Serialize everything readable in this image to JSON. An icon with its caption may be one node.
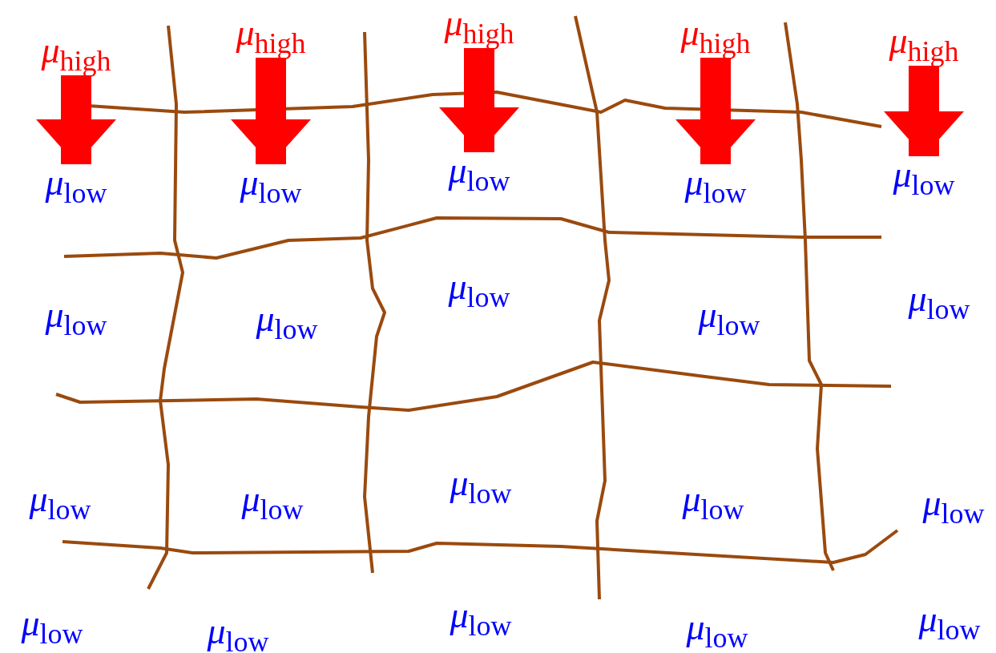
{
  "diagram": {
    "nodes": [
      {
        "text": [
          "*μ*$_{high}$"
        ]
      },
      {
        "text": [
          "*μ*$_{high}$"
        ]
      },
      {
        "text": [
          "*μ*$_{high}$"
        ]
      },
      {
        "text": [
          "*μ*$_{high}$"
        ]
      },
      {
        "text": [
          "*μ*$_{high}$"
        ]
      },
      {
        "text": [
          "*μ*$_{low}$"
        ]
      },
      {
        "text": [
          "*μ*$_{low}$"
        ]
      },
      {
        "text": [
          "*μ*$_{low}$"
        ]
      },
      {
        "text": [
          "*μ*$_{low}$"
        ]
      },
      {
        "text": [
          "*μ*$_{low}$"
        ]
      }
    ],
    "edges": [
      {
        "from": 0,
        "to": 5,
        "arrow": "to"
      },
      {
        "from": 1,
        "to": 6,
        "arrow": "to"
      },
      {
        "from": 2,
        "to": 7,
        "arrow": "to"
      },
      {
        "from": 3,
        "to": 8,
        "arrow": "to"
      },
      {
        "from": 4,
        "to": 9,
        "arrow": "to"
      }
    ],
    "labels": [
      "*μ*$_{low}$",
      "*μ*$_{low}$",
      "*μ*$_{low}$",
      "*μ*$_{low}$",
      "*μ*$_{low}$",
      "*μ*$_{low}$",
      "*μ*$_{low}$",
      "*μ*$_{low}$",
      "*μ*$_{low}$",
      "*μ*$_{low}$",
      "*μ*$_{low}$",
      "*μ*$_{low}$",
      "*μ*$_{low}$",
      "*μ*$_{low}$",
      "*μ*$_{low}$"
    ]
  }
}
